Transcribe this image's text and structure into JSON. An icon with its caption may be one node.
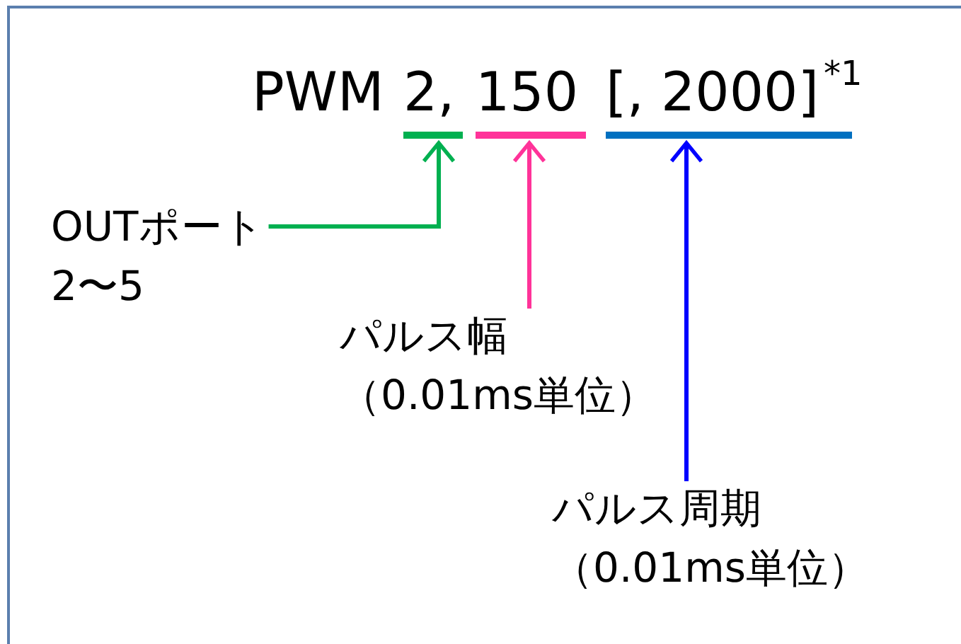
{
  "diagram": {
    "nodes": [
      {
        "text": [
          "2,"
        ]
      },
      {
        "text": [
          "150"
        ]
      },
      {
        "text": [
          "[, 2000]"
        ]
      },
      {
        "text": [
          "OUTポート",
          "2〜5"
        ]
      },
      {
        "text": [
          "パルス幅",
          "（0.01ms単位）"
        ]
      },
      {
        "text": [
          "パルス周期",
          "（0.01ms単位）"
        ]
      }
    ],
    "edges": [
      {
        "from": 3,
        "to": 0,
        "arrow": "to",
        "color": "#00b050"
      },
      {
        "from": 4,
        "to": 1,
        "arrow": "to",
        "color": "#ff3399"
      },
      {
        "from": 5,
        "to": 2,
        "arrow": "to",
        "color": "#0000ff"
      }
    ],
    "labels": [
      "PWM",
      "*1"
    ]
  }
}
